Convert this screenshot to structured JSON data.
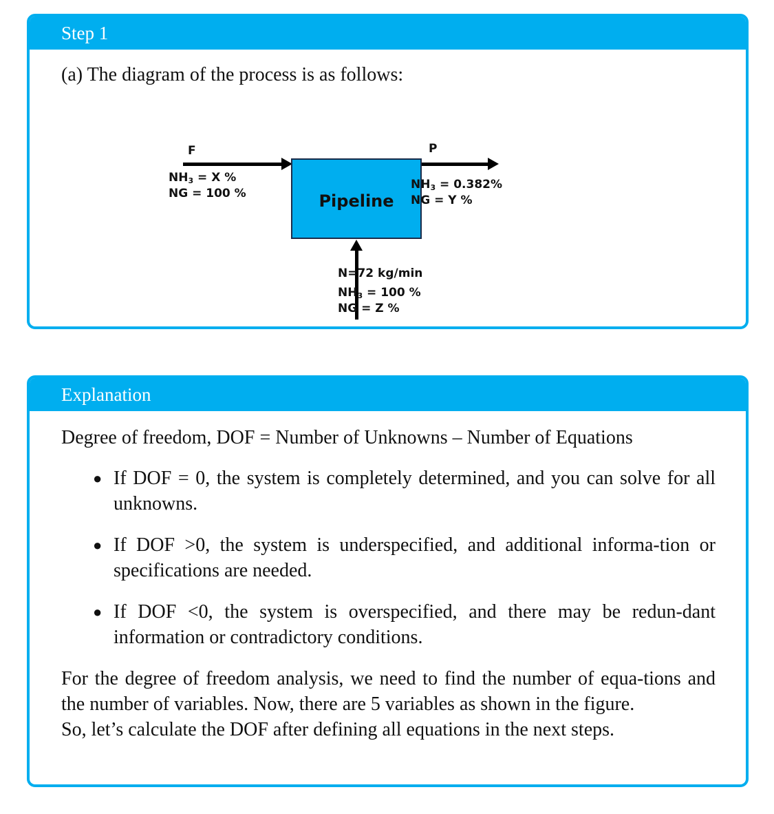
{
  "step1": {
    "header": "Step 1",
    "intro": "(a) The diagram of the process is as follows:",
    "diagram": {
      "unit_label": "Pipeline",
      "feed": {
        "label": "F",
        "nh3_prefix": "NH",
        "nh3_sub": "3",
        "nh3_value": " = X %",
        "ng": "NG = 100 %"
      },
      "product": {
        "label": "P",
        "nh3_prefix": "NH",
        "nh3_sub": "3",
        "nh3_value": " = 0.382%",
        "ng": "NG = Y %"
      },
      "nitrogen": {
        "flow": "N=72 kg/min",
        "nh3_prefix": "NH",
        "nh3_sub": "3",
        "nh3_value": " = 100 %",
        "ng": "NG = Z %"
      }
    }
  },
  "explanation": {
    "header": "Explanation",
    "definition": "Degree of freedom, DOF = Number of Unknowns – Number of Equations",
    "bullets": [
      "If DOF = 0, the system is completely determined, and you can solve for all unknowns.",
      "If DOF >0, the system is underspecified, and additional informa-tion or specifications are needed.",
      "If DOF <0, the system is overspecified, and there may be redun-dant information or contradictory conditions."
    ],
    "paragraph": "For the degree of freedom analysis, we need to find the number of equa-tions and the number of variables. Now, there are 5 variables as shown in the figure.",
    "closing": "So, let’s calculate the DOF after defining all equations in the next steps."
  },
  "colors": {
    "accent": "#00aeef",
    "header_text": "#ffffff",
    "unit_fill": "#00aeef"
  }
}
